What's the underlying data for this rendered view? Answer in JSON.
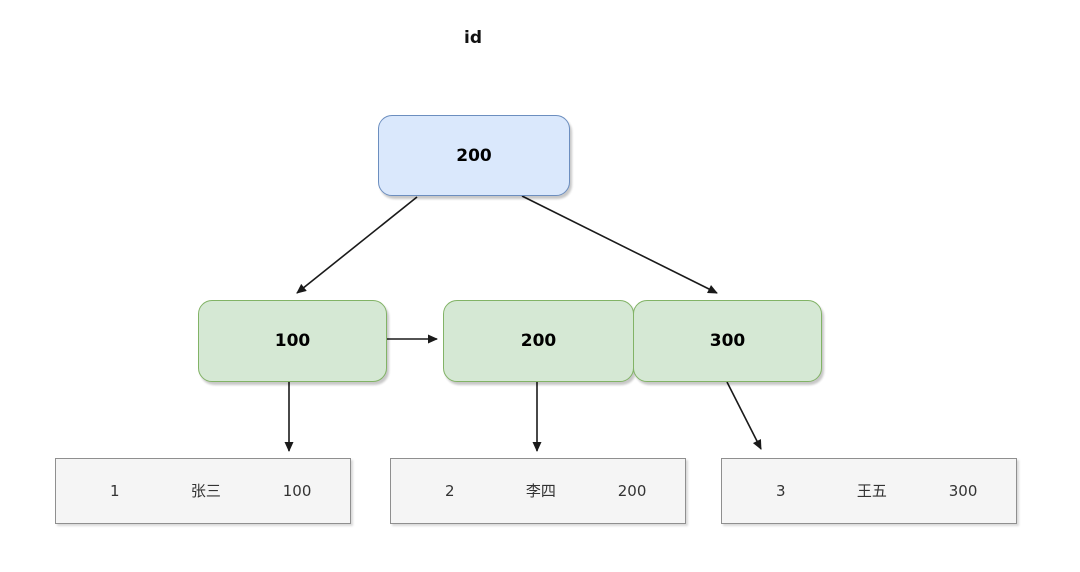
{
  "title": "id",
  "colors": {
    "root_fill": "#dae8fc",
    "root_border": "#6c8ebf",
    "leaf_fill": "#d5e8d4",
    "leaf_border": "#82b366",
    "table_fill": "#f5f5f5",
    "table_border": "#8f8f8f",
    "arrow": "#1a1a1a"
  },
  "tree": {
    "root": {
      "label": "200"
    },
    "nodes": [
      {
        "label": "100"
      },
      {
        "label": "200"
      },
      {
        "label": "300"
      }
    ]
  },
  "rows": [
    {
      "id": "1",
      "name": "张三",
      "value": "100"
    },
    {
      "id": "2",
      "name": "李四",
      "value": "200"
    },
    {
      "id": "3",
      "name": "王五",
      "value": "300"
    }
  ]
}
